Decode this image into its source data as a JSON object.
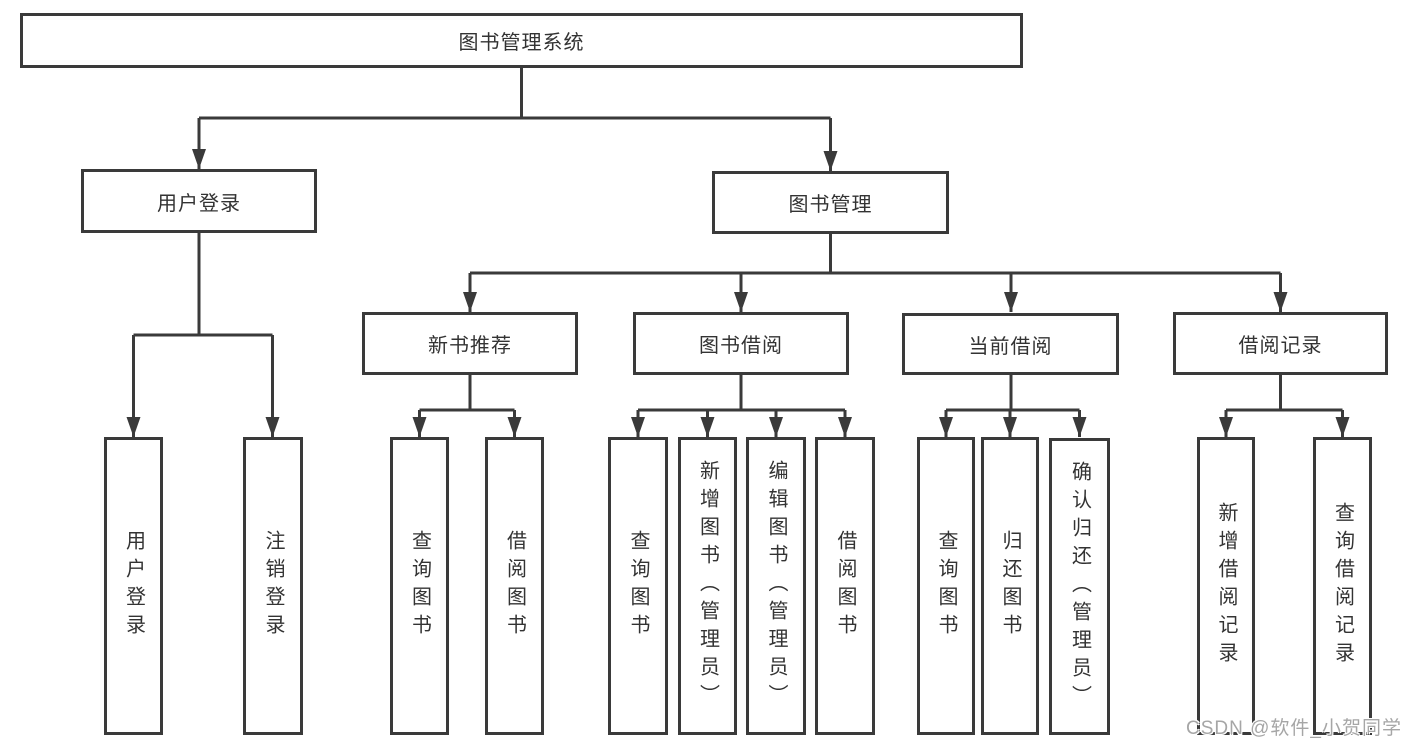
{
  "title": "图书管理系统",
  "watermark": "CSDN @软件_小贺同学",
  "tree": {
    "user_login": {
      "label": "用户登录",
      "children": [
        "用户登录",
        "注销登录"
      ]
    },
    "book_management": {
      "label": "图书管理",
      "sections": [
        {
          "label": "新书推荐",
          "children": [
            "查询图书",
            "借阅图书"
          ]
        },
        {
          "label": "图书借阅",
          "children": [
            "查询图书",
            "新增图书（管理员）",
            "编辑图书（管理员）",
            "借阅图书"
          ]
        },
        {
          "label": "当前借阅",
          "children": [
            "查询图书",
            "归还图书",
            "确认归还（管理员）"
          ]
        },
        {
          "label": "借阅记录",
          "children": [
            "新增借阅记录",
            "查询借阅记录"
          ]
        }
      ]
    }
  },
  "colors": {
    "line": "#3a3a3a",
    "text": "#333333",
    "box_background": "#ffffff",
    "watermark": "#a6a6a6"
  }
}
